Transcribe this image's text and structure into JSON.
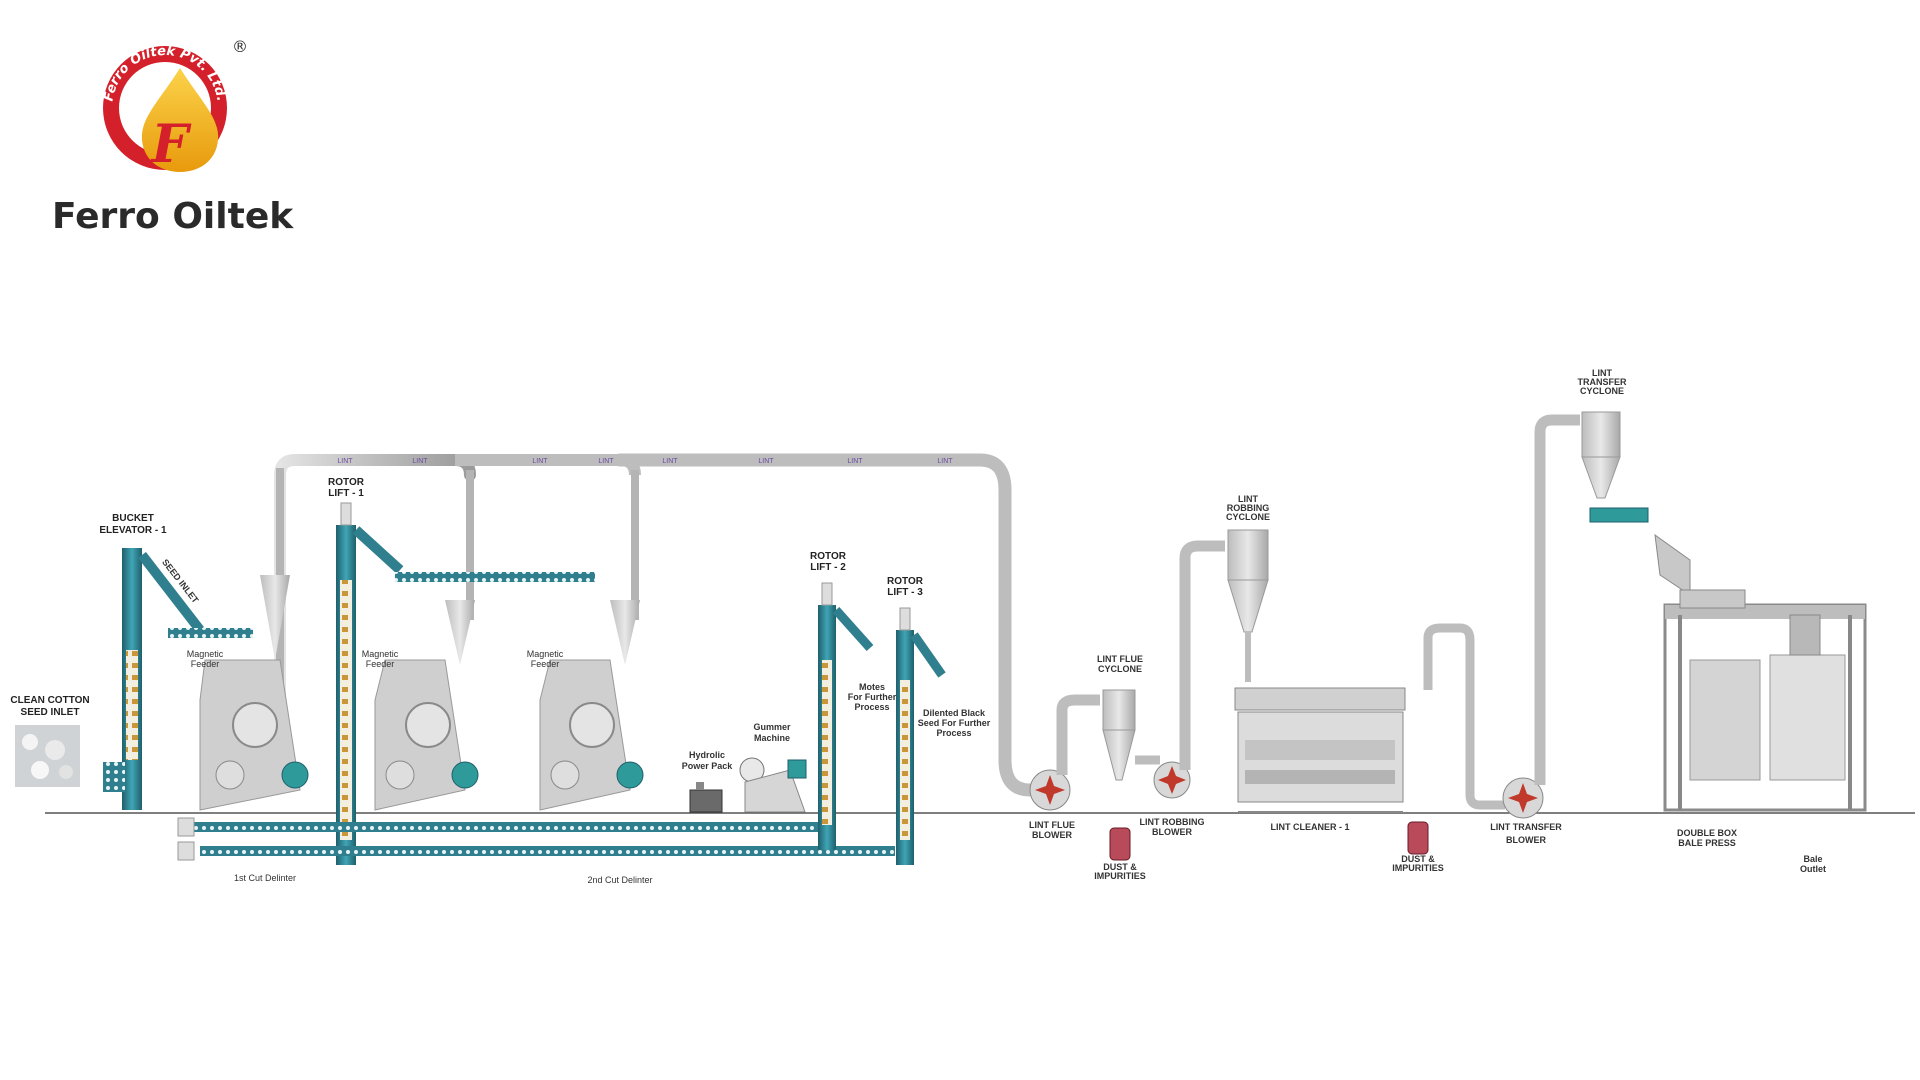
{
  "logo": {
    "ring_text": "Ferro Oiltek Pvt. Ltd.",
    "emblem_letter": "F",
    "registered_mark": "®",
    "brand_name": "Ferro Oiltek"
  },
  "colors": {
    "teal": "#2f7f8f",
    "teal_light": "#3fa5b5",
    "grey_duct": "#b8b8b8",
    "machine_grey": "#c8c8c8",
    "logo_red": "#d4202a",
    "logo_yellow": "#f3b71c"
  },
  "labels": {
    "clean_cotton_1": "CLEAN COTTON",
    "clean_cotton_2": "SEED INLET",
    "bucket_elevator_1": "BUCKET",
    "bucket_elevator_2": "ELEVATOR - 1",
    "seed_inlet": "SEED INLET",
    "rotor_lift_1a": "ROTOR",
    "rotor_lift_1b": "LIFT - 1",
    "rotor_lift_2a": "ROTOR",
    "rotor_lift_2b": "LIFT - 2",
    "rotor_lift_3a": "ROTOR",
    "rotor_lift_3b": "LIFT - 3",
    "magnetic": "Magnetic",
    "feeder": "Feeder",
    "hydrolic_1": "Hydrolic",
    "hydrolic_2": "Power Pack",
    "gummer_1": "Gummer",
    "gummer_2": "Machine",
    "motes_1": "Motes",
    "motes_2": "For Further",
    "motes_3": "Process",
    "delinted_1": "Dilented Black",
    "delinted_2": "Seed For Further",
    "delinted_3": "Process",
    "first_cut": "1st Cut Delinter",
    "second_cut": "2nd Cut Delinter",
    "lint_duct": "LINT",
    "lint_flue_cyclone_1": "LINT FLUE",
    "lint_flue_cyclone_2": "CYCLONE",
    "lint_flue_blower_1": "LINT FLUE",
    "lint_flue_blower_2": "BLOWER",
    "dust_1": "DUST &",
    "dust_2": "IMPURITIES",
    "lint_robbing_blower_1": "LINT ROBBING",
    "lint_robbing_blower_2": "BLOWER",
    "lint_robbing_cyclone_1": "LINT",
    "lint_robbing_cyclone_2": "ROBBING",
    "lint_robbing_cyclone_3": "CYCLONE",
    "lint_cleaner": "LINT CLEANER - 1",
    "lint_transfer_blower_1": "LINT TRANSFER",
    "lint_transfer_blower_2": "BLOWER",
    "lint_transfer_cyclone_1": "LINT",
    "lint_transfer_cyclone_2": "TRANSFER",
    "lint_transfer_cyclone_3": "CYCLONE",
    "bale_press_1": "DOUBLE BOX",
    "bale_press_2": "BALE PRESS",
    "bale_outlet_1": "Bale",
    "bale_outlet_2": "Outlet"
  }
}
